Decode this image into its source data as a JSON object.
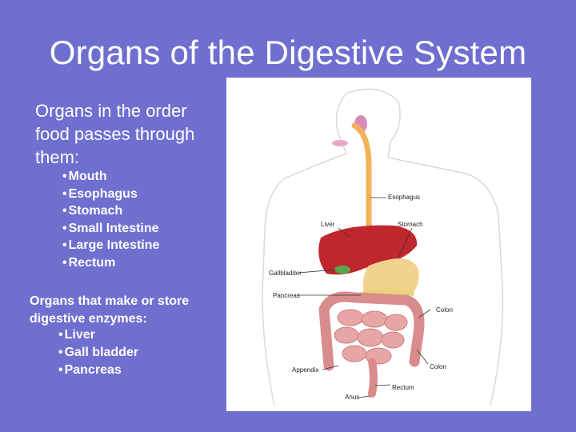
{
  "slide": {
    "title": "Organs of the Digestive System",
    "intro": "Organs in the order food passes through them:",
    "order_list": [
      "Mouth",
      "Esophagus",
      "Stomach",
      "Small  Intestine",
      "Large Intestine",
      "Rectum"
    ],
    "enzyme_heading": "Organs that make or store digestive enzymes:",
    "enzyme_list": [
      "Liver",
      "Gall bladder",
      "Pancreas"
    ]
  },
  "diagram": {
    "labels": {
      "esophagus": "Esophagus",
      "liver": "Liver",
      "stomach": "Stomach",
      "gallbladder": "Gallbladder",
      "pancreas": "Pancreas",
      "colon_upper": "Colon",
      "appendix": "Appendix",
      "colon_lower": "Colon",
      "rectum": "Rectum",
      "anus": "Anus"
    },
    "colors": {
      "background": "#6f6fd0",
      "liver": "#c0272d",
      "stomach": "#f2d28f",
      "intestine": "#e8a6a6",
      "esophagus": "#f4b15a",
      "gallbladder": "#5aa84a"
    }
  }
}
